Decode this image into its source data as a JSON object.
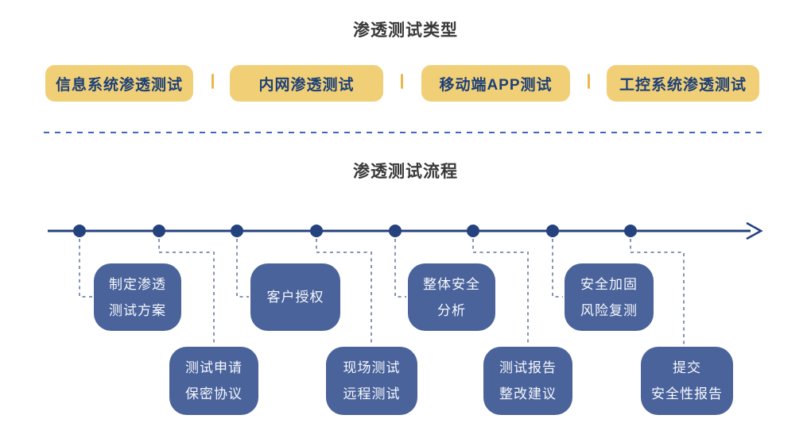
{
  "sections": {
    "types": {
      "title": "渗透测试类型",
      "items": [
        {
          "label": "信息系统渗透测试"
        },
        {
          "label": "内网渗透测试"
        },
        {
          "label": "移动端APP测试"
        },
        {
          "label": "工控系统渗透测试"
        }
      ]
    },
    "process": {
      "title": "渗透测试流程",
      "steps": [
        {
          "line1": "制定渗透",
          "line2": "测试方案"
        },
        {
          "line1": "测试申请",
          "line2": "保密协议"
        },
        {
          "line1": "客户授权",
          "line2": ""
        },
        {
          "line1": "现场测试",
          "line2": "远程测试"
        },
        {
          "line1": "整体安全",
          "line2": "分析"
        },
        {
          "line1": "测试报告",
          "line2": "整改建议"
        },
        {
          "line1": "安全加固",
          "line2": "风险复测"
        },
        {
          "line1": "提交",
          "line2": "安全性报告"
        }
      ]
    }
  },
  "colors": {
    "pill_background": "#f0cf77",
    "pill_text": "#1e4077",
    "pill_separator": "#e9b94d",
    "step_box": "#4a639b",
    "step_text": "#f6f8fc",
    "timeline": "#24427e",
    "connector_dash": "#8693b4",
    "divider_dash": "#3e66be",
    "title_text": "#3a3a3a",
    "background": "#ffffff"
  }
}
